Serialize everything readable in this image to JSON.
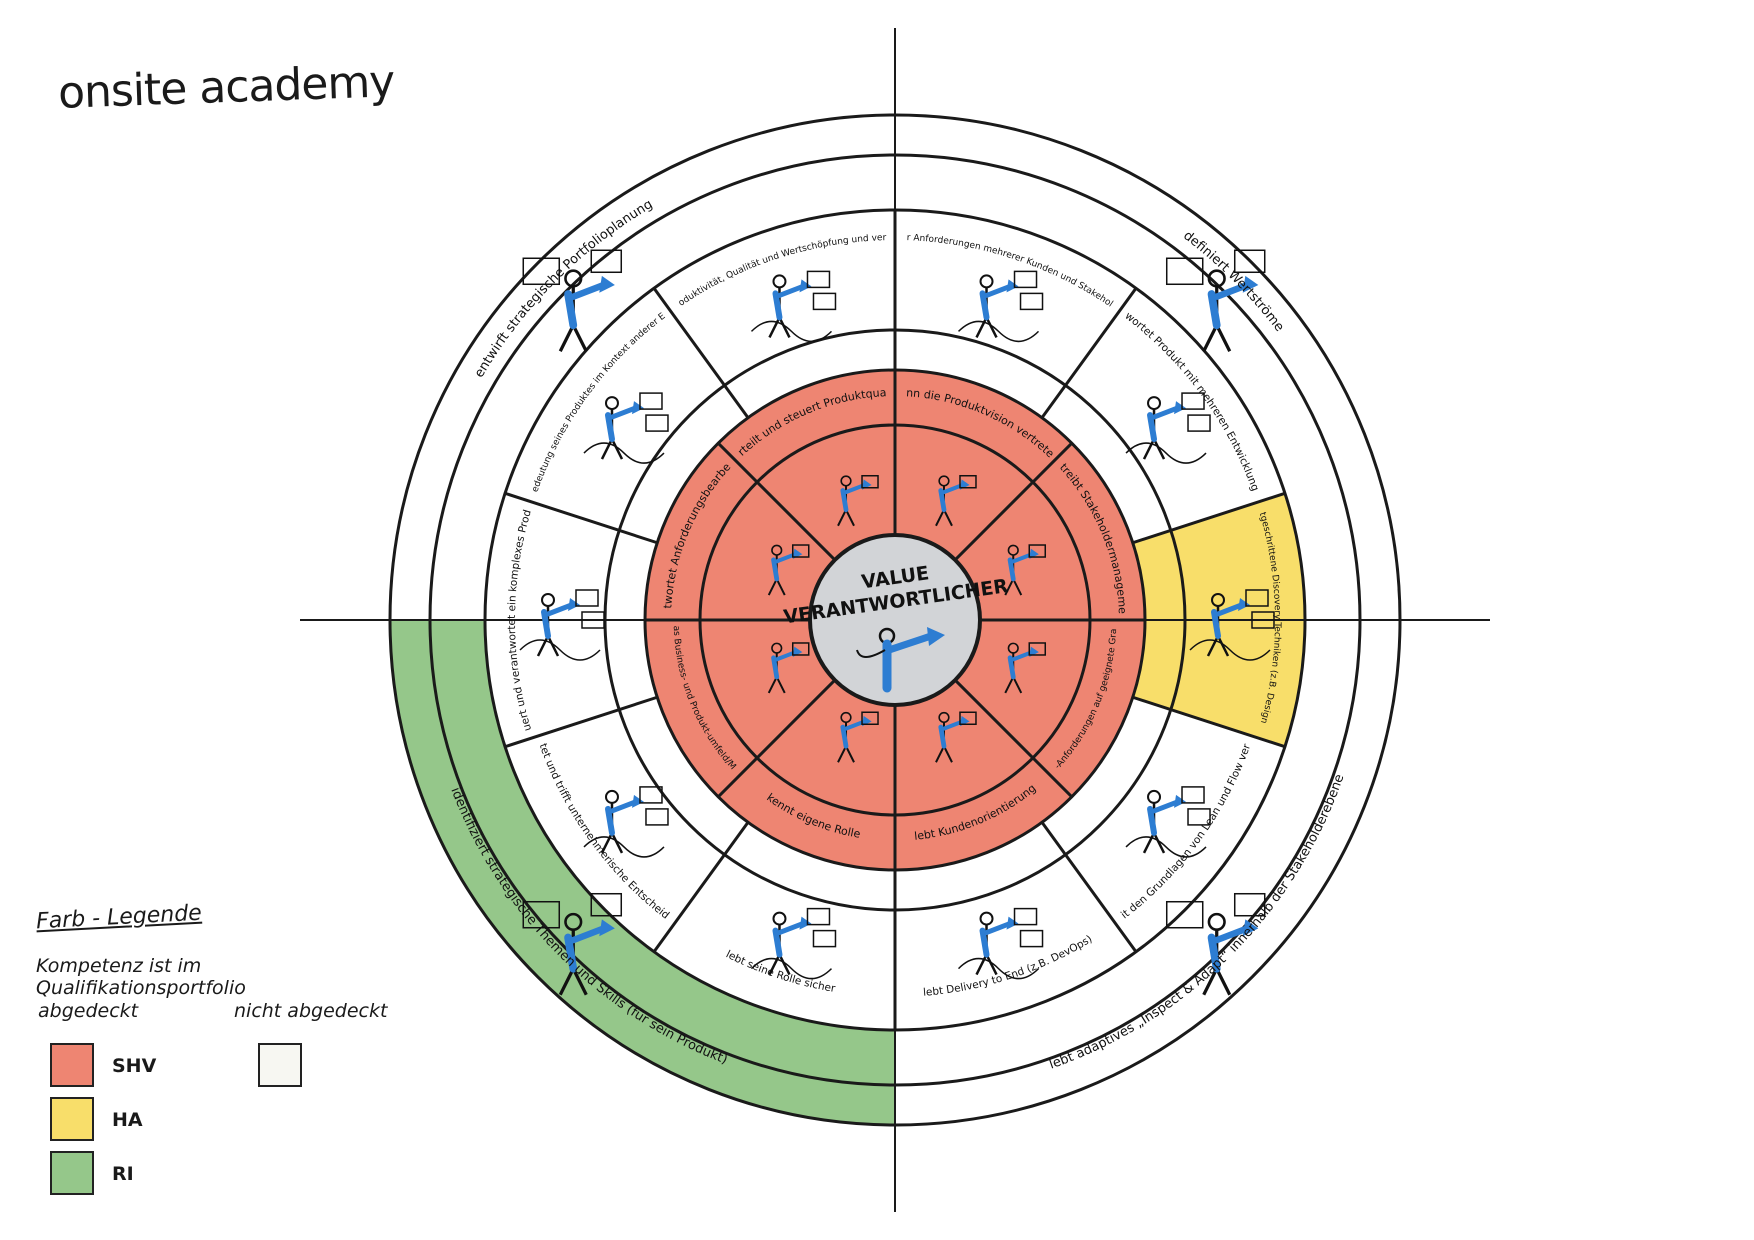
{
  "brand": "onsite academy",
  "center": {
    "line1": "VALUE",
    "line2": "VERANTWORTLICHER"
  },
  "colors": {
    "shv": "#ee8572",
    "ha": "#f8de6a",
    "ri": "#95c78a",
    "none": "#ffffff",
    "center": "#d2d4d7",
    "accent": "#2d7dd2",
    "line": "#1a1a1a"
  },
  "inner_ring": [
    "kann die Produktvision vertreten",
    "betreibt Stakeholdermanagement",
    "Validiert Feature-Anforderungen auf geeignete Granularität (Value)",
    "lebt Kundenorientierung",
    "kennt eigene Rolle",
    "versteht das Business- und Produkt-umfeld/Marktumfeld",
    "Verantwortet Anforderungsbearbeitung",
    "beurteilt und steuert Produktqualität"
  ],
  "middle_ring": [
    "priorisiert zielsicher Anforderungen mehrerer Kunden und Stakeholder an ein Produkt",
    "verantwortet Produkt mit mehreren Entwicklungsteams",
    "kennt fortgeschrittene Discovery Techniken (z.B. Design Thinking)",
    "ist mit den Grundlagen von Lean und Flow vertraut",
    "lebt Delivery to End (z.B. DevOps)",
    "lebt seine Rolle sicher",
    "bewertet und trifft unternehmerische Entscheidungen",
    "steuert und verantwortet ein komplexes Produkt",
    "versteht die Bedeutung seines Produktes im Kontext anderer Entwicklungen",
    "misst seine Produktivität, Qualität und Wertschöpfung und verbessert diese"
  ],
  "outer_ring": [
    "definiert Wertströme",
    "lebt adaptives „Inspect & Adapt“ innerhalb der Stakeholderebene",
    "identifiziert strategische Themen und Skills (für sein Produkt)",
    "entwirft strategische Portfolioplanung"
  ],
  "legend": {
    "title": "Farb - Legende",
    "subtitle": "Kompetenz ist im Qualifikationsportfolio",
    "covered": "abgedeckt",
    "not_covered": "nicht abgedeckt",
    "items": [
      {
        "label": "SHV",
        "color": "#ee8572"
      },
      {
        "label": "HA",
        "color": "#f8de6a"
      },
      {
        "label": "RI",
        "color": "#95c78a"
      }
    ],
    "none_color": "#f7f7f2"
  }
}
